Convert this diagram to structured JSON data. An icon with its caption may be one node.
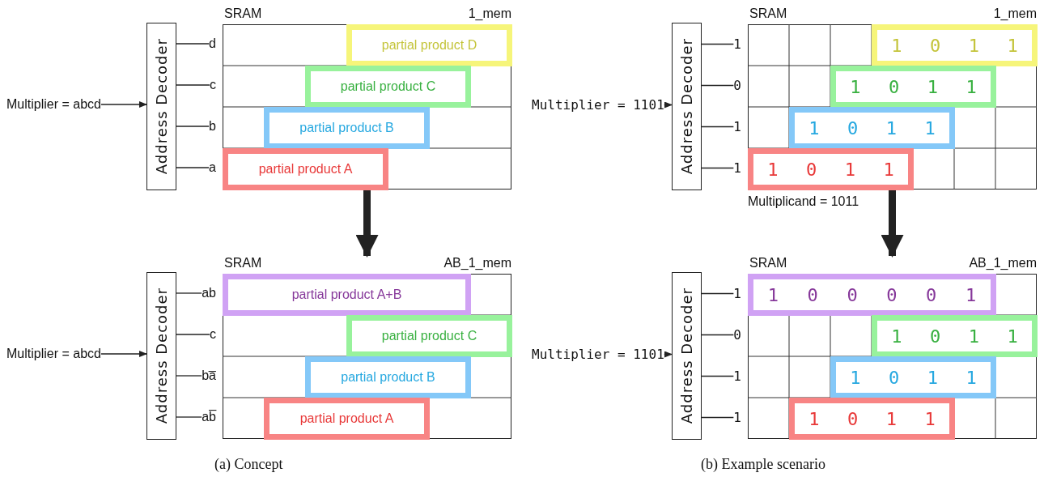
{
  "diagram": {
    "nodes": [
      {
        "text": [
          "Multiplier = abcd"
        ]
      },
      {
        "text": [
          "Address Decoder"
        ]
      },
      {
        "text": [
          "d"
        ]
      },
      {
        "text": [
          "c"
        ]
      },
      {
        "text": [
          "b"
        ]
      },
      {
        "text": [
          "a"
        ]
      },
      {
        "text": [
          "SRAM",
          "1_mem"
        ]
      },
      {
        "text": [
          "partial product D"
        ],
        "in": 6
      },
      {
        "text": [
          "partial product C"
        ],
        "in": 6
      },
      {
        "text": [
          "partial product B"
        ],
        "in": 6
      },
      {
        "text": [
          "partial product A"
        ],
        "in": 6
      },
      {
        "text": [
          "Multiplier = 1101"
        ]
      },
      {
        "text": [
          "Address Decoder"
        ]
      },
      {
        "text": [
          "1"
        ]
      },
      {
        "text": [
          "0"
        ]
      },
      {
        "text": [
          "1"
        ]
      },
      {
        "text": [
          "1"
        ]
      },
      {
        "text": [
          "SRAM",
          "1_mem"
        ]
      },
      {
        "text": [
          "1",
          "0",
          "1",
          "1"
        ],
        "in": 17
      },
      {
        "text": [
          "1",
          "0",
          "1",
          "1"
        ],
        "in": 17
      },
      {
        "text": [
          "1",
          "0",
          "1",
          "1"
        ],
        "in": 17
      },
      {
        "text": [
          "1",
          "0",
          "1",
          "1"
        ],
        "in": 17
      },
      {
        "text": [
          "Multiplier = abcd"
        ]
      },
      {
        "text": [
          "Address Decoder"
        ]
      },
      {
        "text": [
          "ab"
        ]
      },
      {
        "text": [
          "c"
        ]
      },
      {
        "text": [
          "ba̅"
        ]
      },
      {
        "text": [
          "ab̅"
        ]
      },
      {
        "text": [
          "SRAM",
          "AB_1_mem"
        ]
      },
      {
        "text": [
          "partial product A+B"
        ],
        "in": 28
      },
      {
        "text": [
          "partial product C"
        ],
        "in": 28
      },
      {
        "text": [
          "partial product B"
        ],
        "in": 28
      },
      {
        "text": [
          "partial product A"
        ],
        "in": 28
      },
      {
        "text": [
          "Multiplier = 1101"
        ]
      },
      {
        "text": [
          "Address Decoder"
        ]
      },
      {
        "text": [
          "1"
        ]
      },
      {
        "text": [
          "0"
        ]
      },
      {
        "text": [
          "1"
        ]
      },
      {
        "text": [
          "1"
        ]
      },
      {
        "text": [
          "SRAM",
          "AB_1_mem"
        ]
      },
      {
        "text": [
          "1",
          "0",
          "0",
          "0",
          "0",
          "1"
        ],
        "in": 39
      },
      {
        "text": [
          "1",
          "0",
          "1",
          "1"
        ],
        "in": 39
      },
      {
        "text": [
          "1",
          "0",
          "1",
          "1"
        ],
        "in": 39
      },
      {
        "text": [
          "1",
          "0",
          "1",
          "1"
        ],
        "in": 39
      }
    ],
    "edges": [
      {
        "from": 0,
        "to": 1,
        "arrow": "to"
      },
      {
        "from": 1,
        "to": 2,
        "arrow": "none"
      },
      {
        "from": 1,
        "to": 3,
        "arrow": "none"
      },
      {
        "from": 1,
        "to": 4,
        "arrow": "none"
      },
      {
        "from": 1,
        "to": 5,
        "arrow": "none"
      },
      {
        "from": 11,
        "to": 12,
        "arrow": "to"
      },
      {
        "from": 12,
        "to": 13,
        "arrow": "none"
      },
      {
        "from": 12,
        "to": 14,
        "arrow": "none"
      },
      {
        "from": 12,
        "to": 15,
        "arrow": "none"
      },
      {
        "from": 12,
        "to": 16,
        "arrow": "none"
      },
      {
        "from": 6,
        "to": 28,
        "arrow": "to",
        "style": "thick"
      },
      {
        "from": 17,
        "to": 39,
        "arrow": "to",
        "style": "thick"
      },
      {
        "from": 22,
        "to": 23,
        "arrow": "to"
      },
      {
        "from": 23,
        "to": 24,
        "arrow": "none"
      },
      {
        "from": 23,
        "to": 25,
        "arrow": "none"
      },
      {
        "from": 23,
        "to": 26,
        "arrow": "none"
      },
      {
        "from": 23,
        "to": 27,
        "arrow": "none"
      },
      {
        "from": 33,
        "to": 34,
        "arrow": "to"
      },
      {
        "from": 34,
        "to": 35,
        "arrow": "none"
      },
      {
        "from": 34,
        "to": 36,
        "arrow": "none"
      },
      {
        "from": 34,
        "to": 37,
        "arrow": "none"
      },
      {
        "from": 34,
        "to": 38,
        "arrow": "none"
      }
    ],
    "labels": [
      "Multiplicand = 1011",
      "(a) Concept",
      "(b) Example scenario"
    ]
  }
}
